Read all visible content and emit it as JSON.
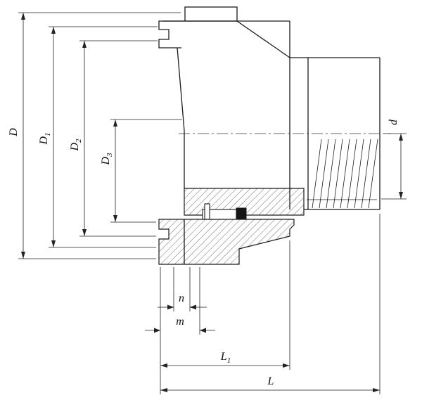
{
  "drawing": {
    "title": "pipe coupling half-section technical drawing",
    "background": "#ffffff",
    "line_color": "#1a1a1a"
  },
  "labels": {
    "D": {
      "base": "D",
      "sub": ""
    },
    "D1": {
      "base": "D",
      "sub": "1"
    },
    "D2": {
      "base": "D",
      "sub": "2"
    },
    "D3": {
      "base": "D",
      "sub": "3"
    },
    "d": {
      "base": "d",
      "sub": ""
    },
    "n": {
      "base": "n",
      "sub": ""
    },
    "m": {
      "base": "m",
      "sub": ""
    },
    "L1": {
      "base": "L",
      "sub": "1"
    },
    "L": {
      "base": "L",
      "sub": ""
    }
  }
}
